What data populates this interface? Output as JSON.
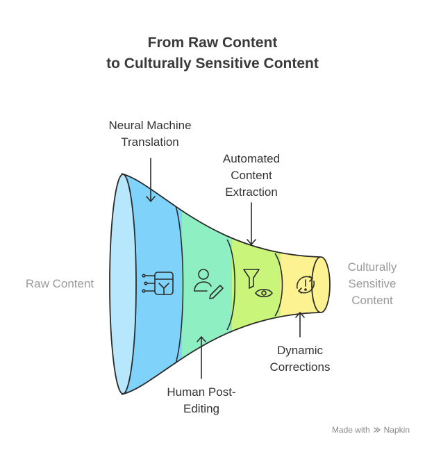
{
  "title": {
    "line1": "From Raw Content",
    "line2": "to Culturally Sensitive Content"
  },
  "input_label": "Raw Content",
  "output_label": {
    "line1": "Culturally",
    "line2": "Sensitive",
    "line3": "Content"
  },
  "stages": [
    {
      "name": "Neural Machine Translation",
      "lines": [
        "Neural Machine",
        "Translation"
      ],
      "color": "#7fd3fb",
      "icon": "ai-translation-icon"
    },
    {
      "name": "Human Post-Editing",
      "lines": [
        "Human Post-",
        "Editing"
      ],
      "color": "#8ef0c2",
      "icon": "human-edit-icon"
    },
    {
      "name": "Automated Content Extraction",
      "lines": [
        "Automated",
        "Content",
        "Extraction"
      ],
      "color": "#c8f57a",
      "icon": "filter-eye-icon"
    },
    {
      "name": "Dynamic Corrections",
      "lines": [
        "Dynamic",
        "Corrections"
      ],
      "color": "#fdf291",
      "icon": "refresh-alert-icon"
    }
  ],
  "footer": {
    "made_with": "Made with",
    "brand": "Napkin"
  }
}
